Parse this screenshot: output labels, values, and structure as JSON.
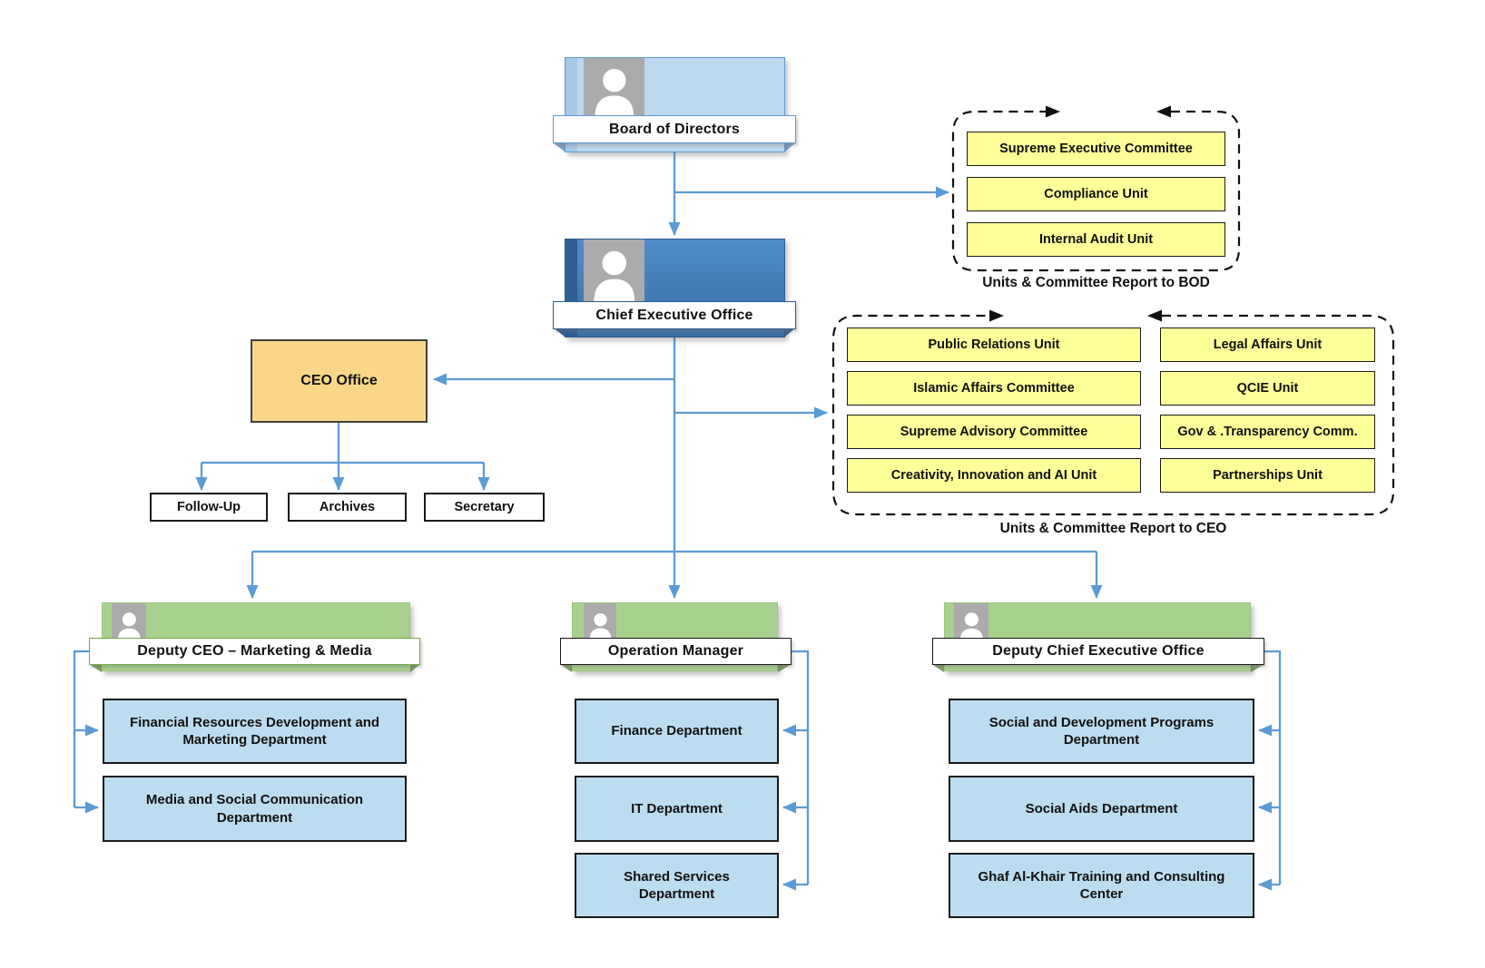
{
  "diagram": {
    "nodes": {
      "board": {
        "label": "Board of Directors"
      },
      "ceo": {
        "label": "Chief Executive Office"
      },
      "ceo_office": {
        "label": "CEO Office"
      },
      "ceo_office_children": [
        {
          "label": "Follow-Up"
        },
        {
          "label": "Archives"
        },
        {
          "label": "Secretary"
        }
      ]
    },
    "bod_panel": {
      "items": [
        {
          "label": "Supreme Executive Committee"
        },
        {
          "label": "Compliance Unit"
        },
        {
          "label": "Internal Audit Unit"
        }
      ],
      "caption": "Units & Committee Report to BOD"
    },
    "ceo_panel": {
      "left_items": [
        {
          "label": "Public Relations Unit"
        },
        {
          "label": "Islamic Affairs Committee"
        },
        {
          "label": "Supreme Advisory Committee"
        },
        {
          "label": "Creativity, Innovation and AI Unit"
        }
      ],
      "right_items": [
        {
          "label": "Legal Affairs Unit"
        },
        {
          "label": "QCIE Unit"
        },
        {
          "label": "Gov & .Transparency Comm."
        },
        {
          "label": "Partnerships Unit"
        }
      ],
      "caption": "Units & Committee Report to CEO"
    },
    "branches": [
      {
        "head": "Deputy CEO – Marketing & Media",
        "departments": [
          "Financial Resources Development and Marketing Department",
          "Media and Social Communication Department"
        ]
      },
      {
        "head": "Operation Manager",
        "departments": [
          "Finance Department",
          "IT Department",
          "Shared Services Department"
        ]
      },
      {
        "head": "Deputy Chief Executive Office",
        "departments": [
          "Social and Development Programs Department",
          "Social Aids Department",
          "Ghaf Al-Khair Training and Consulting Center"
        ]
      }
    ],
    "colors": {
      "connector": "#5B9BD5",
      "board_fill": "#BDD7EE",
      "ceo_fill": "#4181BE",
      "green_fill": "#A9D18E",
      "yellow_fill": "#FFFF99",
      "department_fill": "#BCDDF0",
      "ceo_office_fill": "#FAD689",
      "photo_gray": "#ABABAB"
    }
  }
}
